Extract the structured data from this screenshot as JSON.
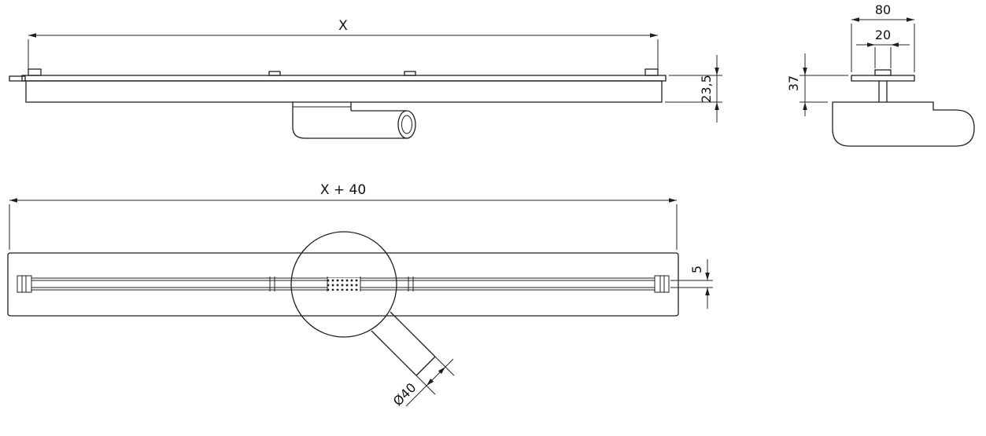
{
  "drawing": {
    "subject": "linear shower drain channel with siphon - dimensioned technical drawing",
    "colors": {
      "line": "#1f1f1f",
      "background": "#ffffff"
    },
    "views": {
      "side": {
        "name": "side view",
        "dims": {
          "length": "X",
          "height": "23,5"
        }
      },
      "end": {
        "name": "end cross-section view",
        "dims": {
          "flange_width": "80",
          "outlet_neck_width": "20",
          "height": "37"
        }
      },
      "plan": {
        "name": "top (plan) view",
        "dims": {
          "length": "X + 40",
          "slot_width": "5",
          "pipe_diameter": "Ø40"
        }
      }
    }
  }
}
